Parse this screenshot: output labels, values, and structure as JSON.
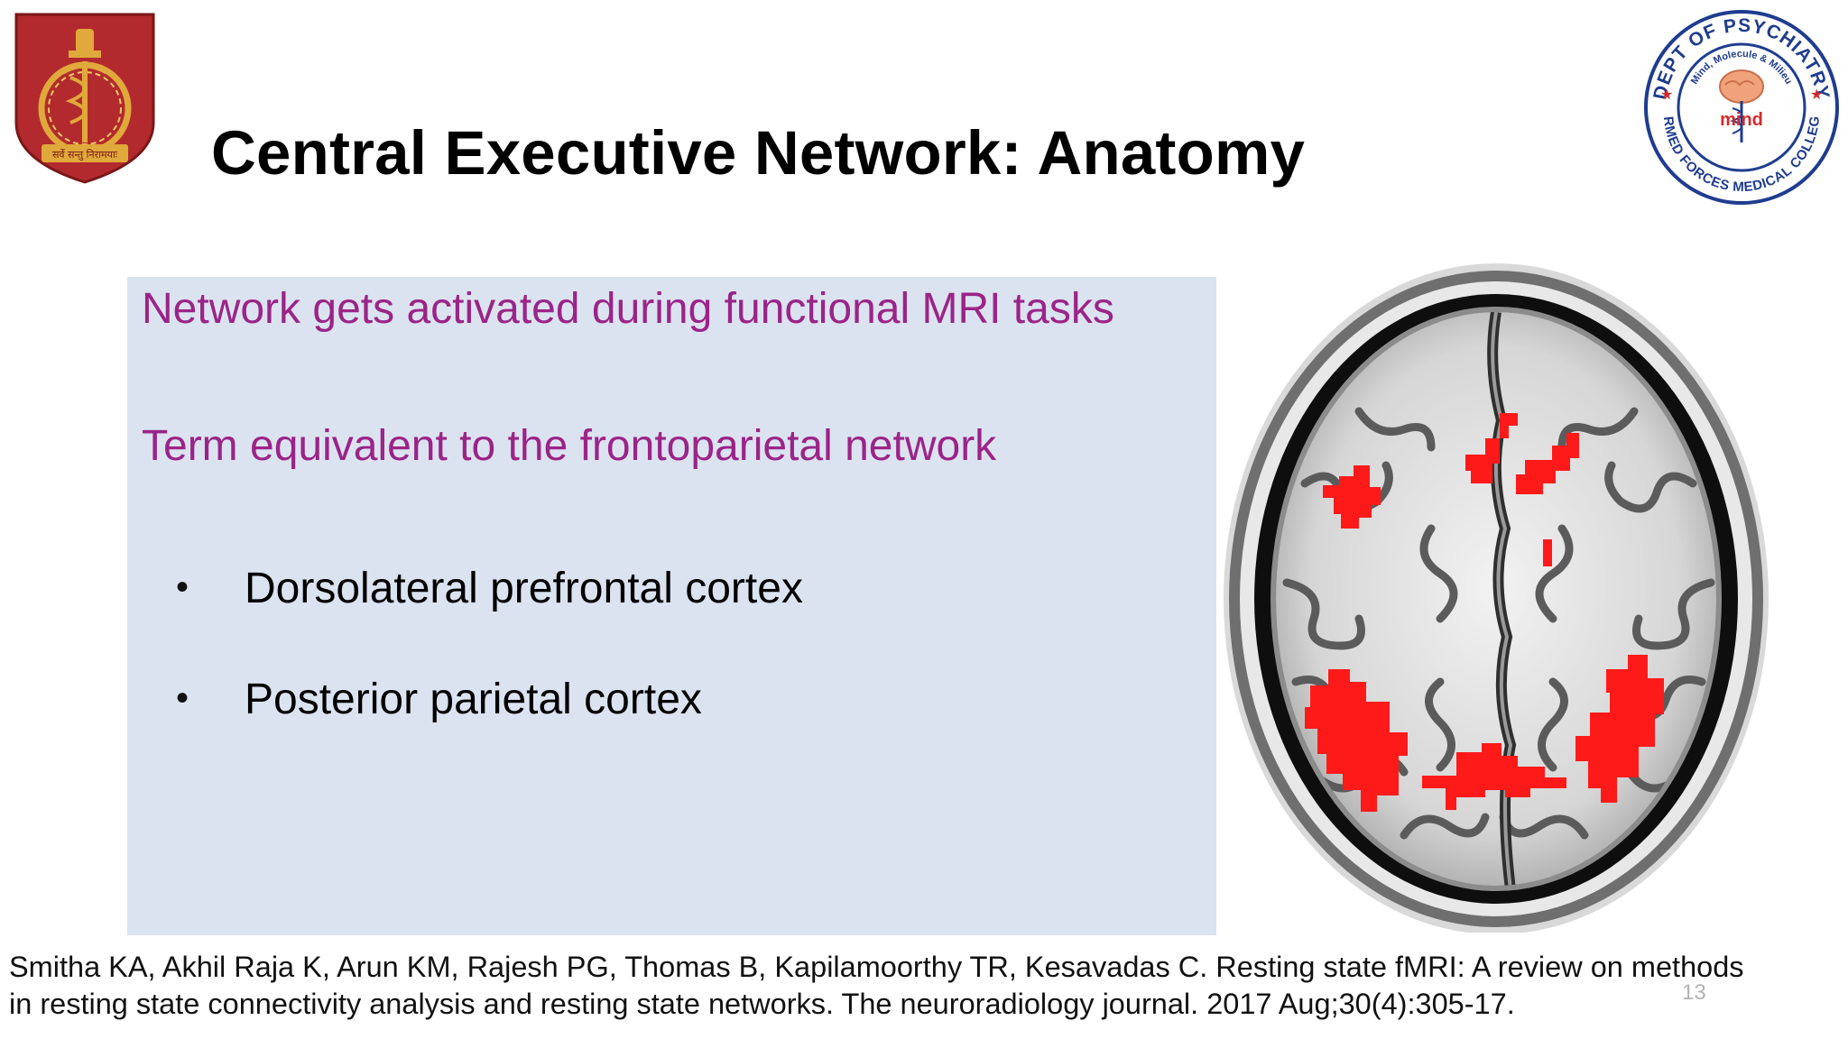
{
  "slide": {
    "title": "Central Executive Network: Anatomy",
    "intro_lines": [
      "Network gets activated during functional MRI tasks",
      "Term equivalent to the frontoparietal network"
    ],
    "bullets": [
      "Dorsolateral prefrontal cortex",
      "Posterior parietal cortex"
    ],
    "citation": {
      "line1": "Smitha KA, Akhil Raja K, Arun KM, Rajesh PG, Thomas B, Kapilamoorthy TR, Kesavadas C. Resting state fMRI: A review on methods",
      "line2": "in resting state connectivity analysis and resting state networks. The neuroradiology journal. 2017 Aug;30(4):305-17."
    },
    "page_number": "13"
  },
  "logos": {
    "left": {
      "icon": "armed-forces-medical-emblem",
      "motto": "सर्वे सन्तु निरामयाः"
    },
    "right": {
      "icon": "dept-of-psychiatry-seal",
      "outer_top": "DEPT OF PSYCHIATRY",
      "outer_bottom": "ARMED FORCES MEDICAL COLLEGE",
      "inner_top": "Mind, Molecule & Milieu",
      "center_label": "mind"
    }
  },
  "colors": {
    "accent_text": "#9b2487",
    "box_background": "#dbe3f1",
    "activation_red": "#ff1a1a",
    "crest_red": "#b22a2e",
    "crest_gold": "#e0a93b",
    "seal_blue": "#1f3c8f",
    "seal_red": "#d32a2a"
  }
}
